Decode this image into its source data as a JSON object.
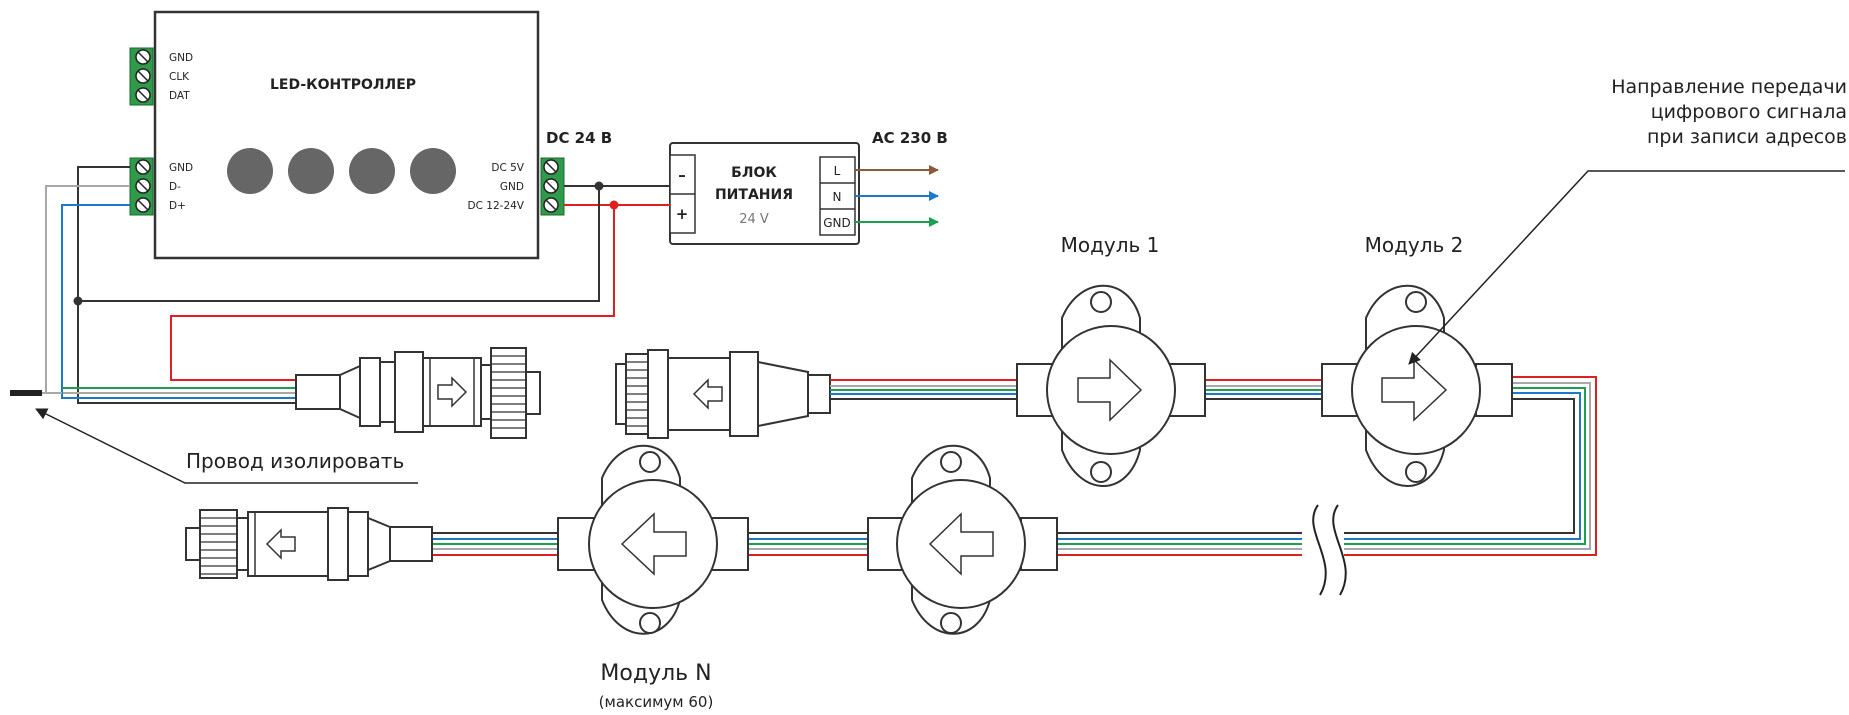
{
  "controller": {
    "title": "LED-КОНТРОЛЛЕР",
    "top_terminals": [
      "GND",
      "CLK",
      "DAT"
    ],
    "left_terminals": [
      "GND",
      "D-",
      "D+"
    ],
    "right_terminals": [
      "DC 5V",
      "GND",
      "DC 12-24V"
    ]
  },
  "psu": {
    "title_line1": "БЛОК",
    "title_line2": "ПИТАНИЯ",
    "voltage": "24 V",
    "minus": "–",
    "plus": "+",
    "outputs": [
      "L",
      "N",
      "GND"
    ],
    "dc_label": "DC 24 В",
    "ac_label": "AC 230 В"
  },
  "wire_colors": {
    "L": "#8B5A3C",
    "N": "#1E78C8",
    "GND": "#1AA050",
    "red": "#E02020",
    "blue": "#1E78C8",
    "green": "#1AA050",
    "grey": "#A8A8A8",
    "black": "#333333"
  },
  "modules": {
    "m1": "Модуль 1",
    "m2": "Модуль 2",
    "mn": "Модуль N",
    "mn_note": "(максимум 60)"
  },
  "annotations": {
    "direction_line1": "Направление передачи",
    "direction_line2": "цифрового сигнала",
    "direction_line3": "при записи адресов",
    "insulate": "Провод изолировать"
  }
}
